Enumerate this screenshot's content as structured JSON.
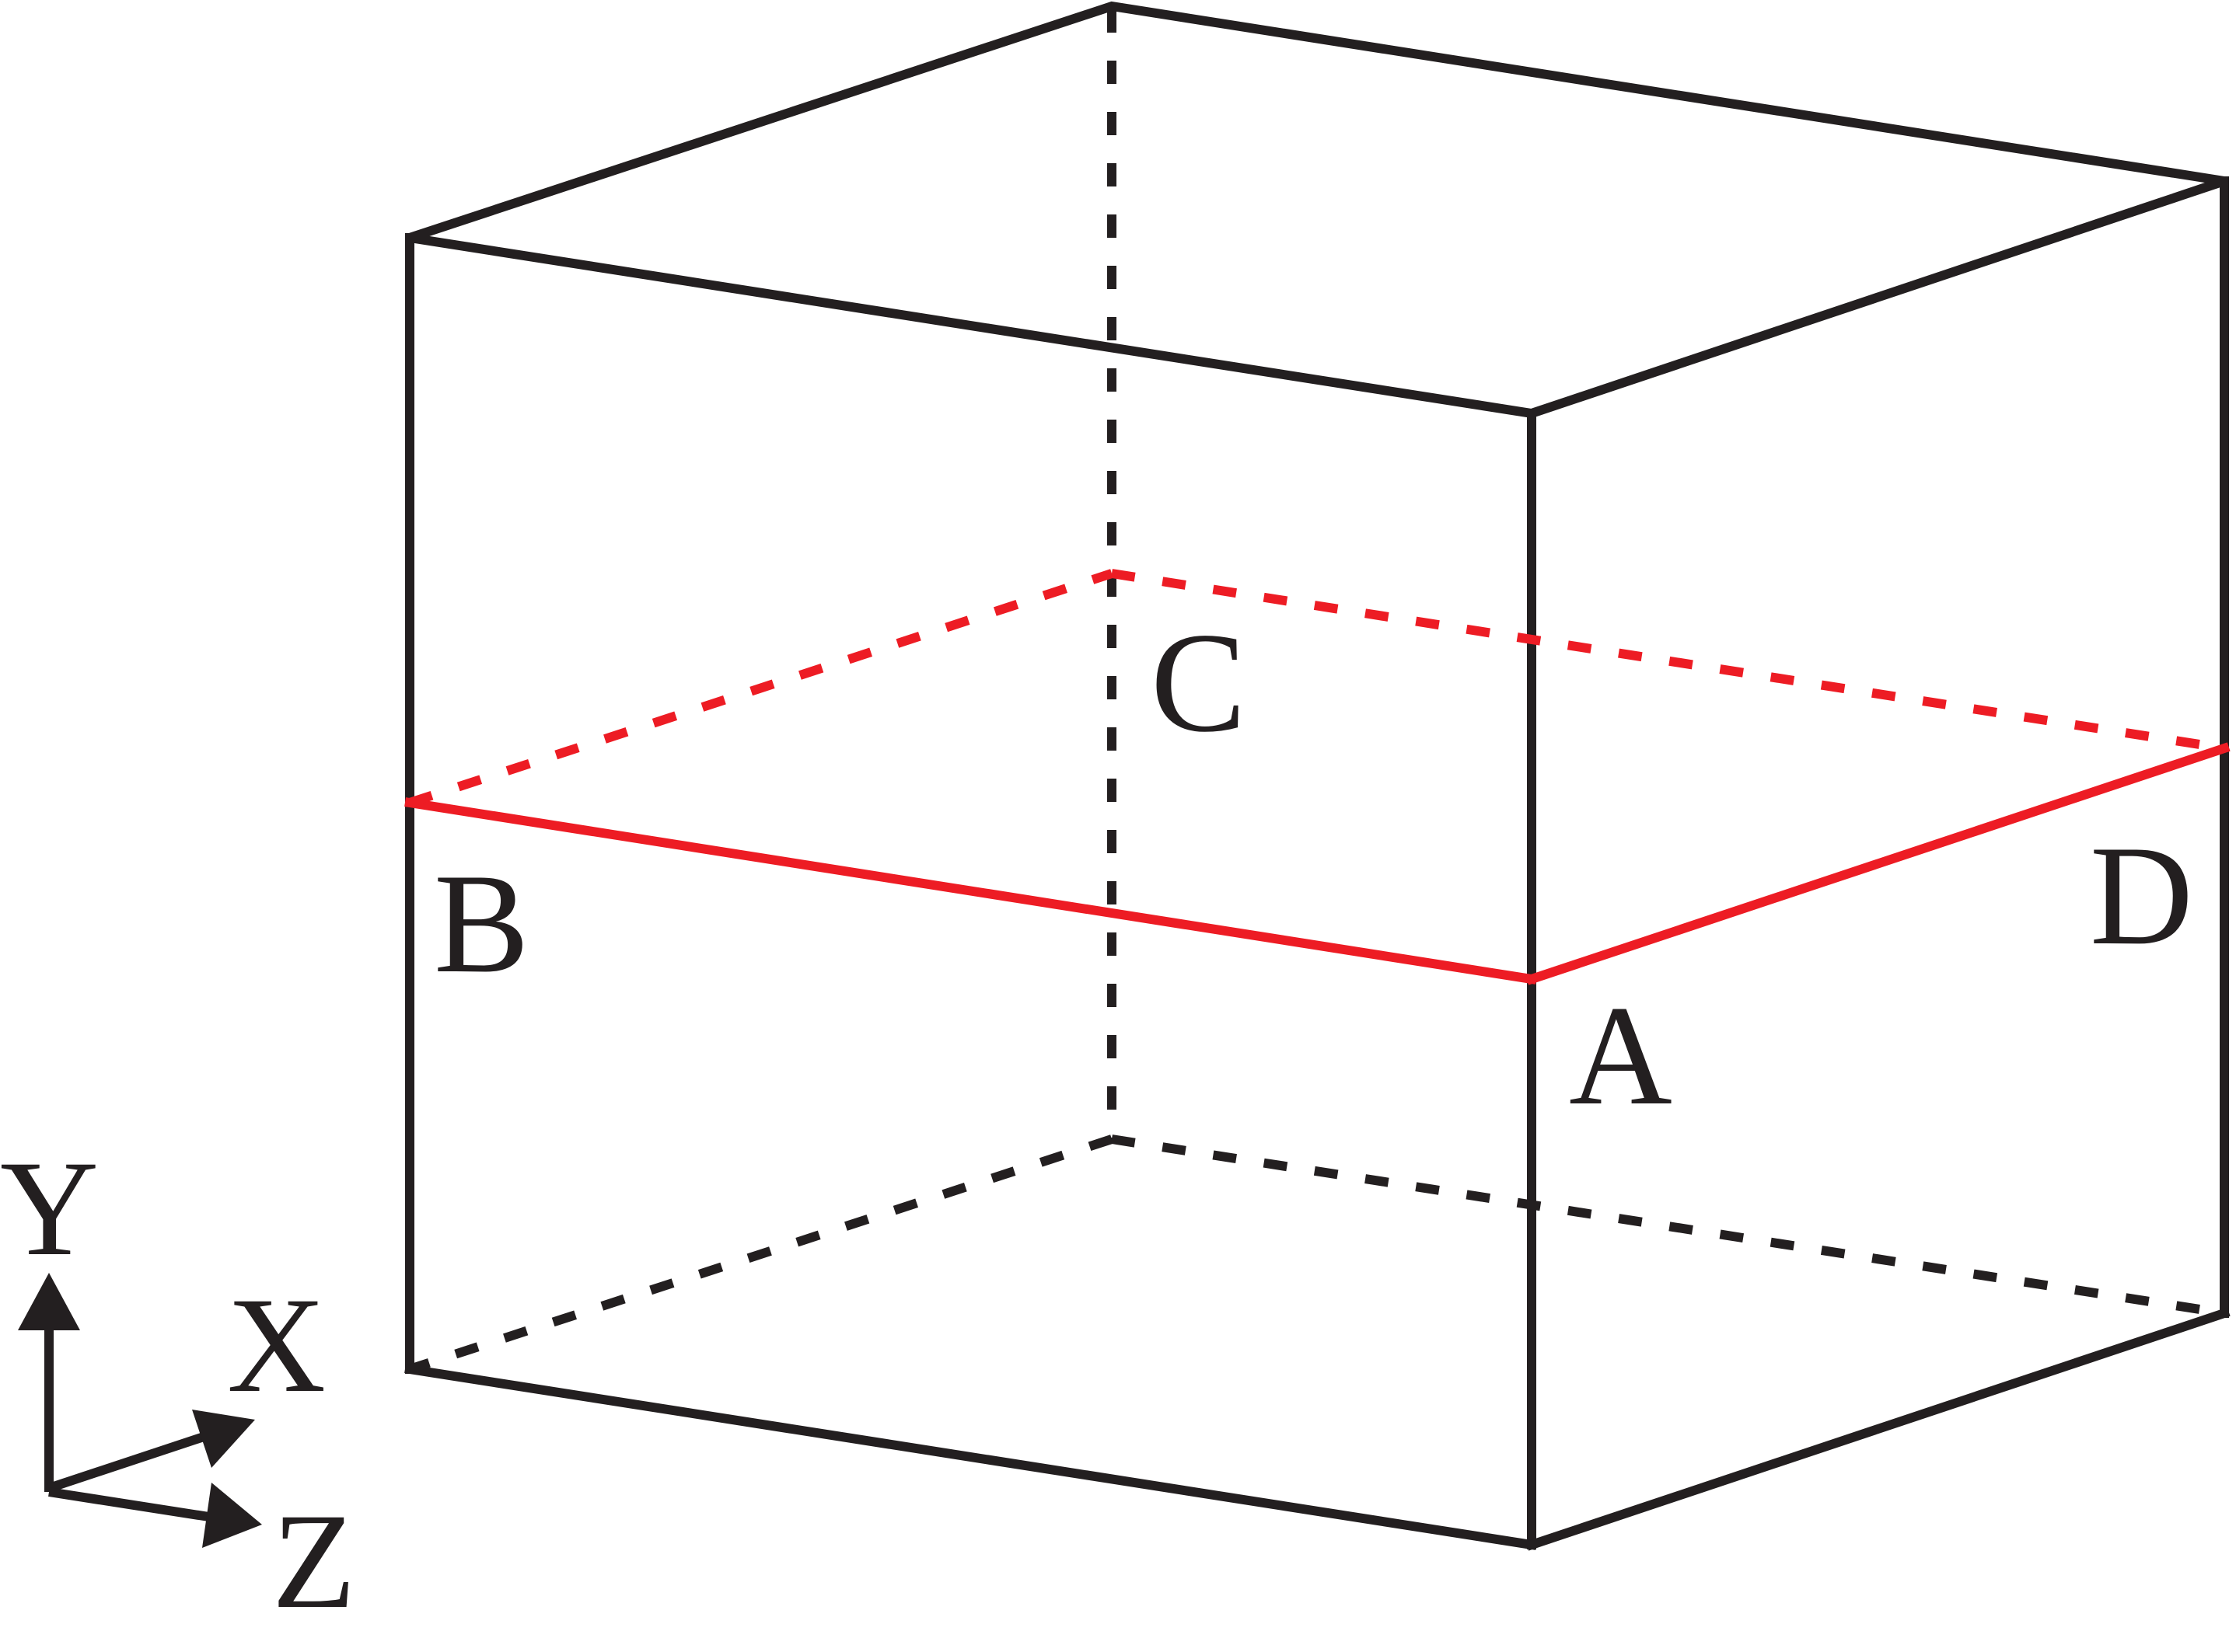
{
  "colors": {
    "edge": "#231f20",
    "plane": "#ed1c24",
    "background": "#ffffff"
  },
  "labels": {
    "A": "A",
    "B": "B",
    "C": "C",
    "D": "D"
  },
  "axes": {
    "y": "Y",
    "x": "X",
    "z": "Z"
  }
}
